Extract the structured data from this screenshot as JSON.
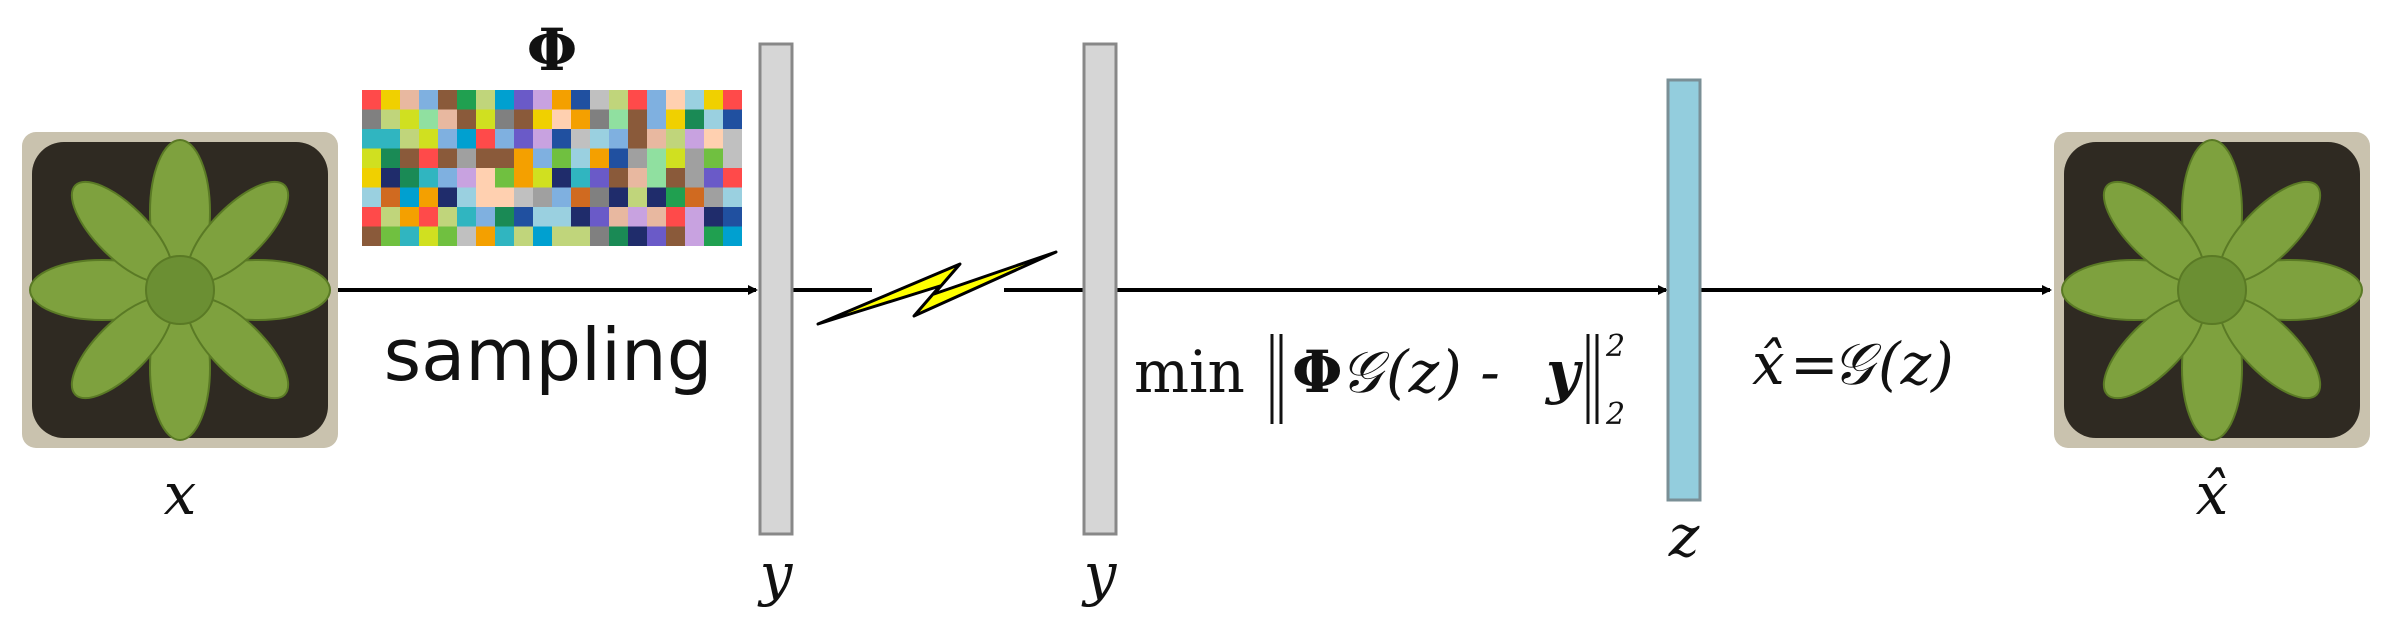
{
  "labels": {
    "input": "x",
    "sampling_matrix": "Φ",
    "sampling": "sampling",
    "measurement_sent": "y",
    "measurement_received": "y",
    "latent": "z",
    "output": "x̂"
  },
  "formulas": {
    "objective_min": "min",
    "objective_phi": "Φ",
    "objective_gen": "𝒢",
    "objective_args": "(z) - ",
    "objective_y": "y",
    "objective_sup": "2",
    "objective_sub": "2",
    "output_lhs": "x̂",
    "output_eq": "=",
    "output_gen": "𝒢",
    "output_args": "(z)"
  },
  "colors": {
    "arrow": "#000000",
    "measurement_bar": "#d6d6d6",
    "latent_bar": "#93cddd",
    "bolt": "#ffff00",
    "plant_leaf": "#7ea13e",
    "plant_soil": "#2f2a22",
    "pot_frame": "#c9c2ae"
  },
  "matrix_palette": [
    "#1f2c6b",
    "#c0d57b",
    "#e8b8a0",
    "#9ad0e0",
    "#808080",
    "#7fb0e0",
    "#f4a000",
    "#1a8a55",
    "#30b5c0",
    "#c8a2e0",
    "#8a5a3a",
    "#ff4a4a",
    "#20a050",
    "#f0d000",
    "#6a5ac8",
    "#c0c0c0",
    "#ffd0b0",
    "#70c040",
    "#2050a0",
    "#d06a20",
    "#a0a0a0",
    "#00a0d0",
    "#d0e020",
    "#90e0a0"
  ]
}
